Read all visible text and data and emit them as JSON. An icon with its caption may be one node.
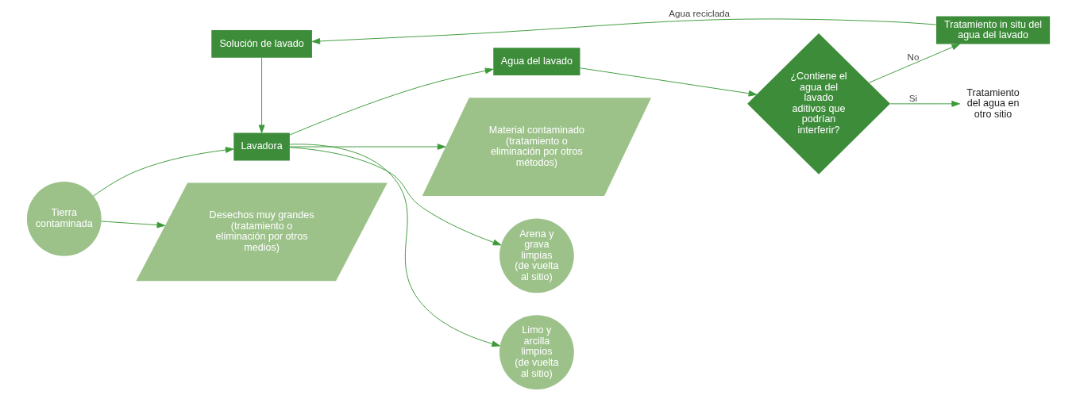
{
  "diagram": {
    "nodes": [
      {
        "text": [
          "Solución de lavado"
        ]
      },
      {
        "text": [
          "Tratamiento in situ del agua del lavado"
        ]
      },
      {
        "text": [
          "Tierra contaminada"
        ]
      },
      {
        "text": [
          "Lavadora"
        ]
      },
      {
        "text": [
          "Agua del lavado"
        ]
      },
      {
        "text": [
          "¿Contiene el agua del lavado aditivos que podrían interferir?"
        ]
      },
      {
        "text": [
          "Tratamiento del agua en otro sitio"
        ]
      },
      {
        "text": [
          "Material contaminado (tratamiento o eliminación por otros métodos)"
        ]
      },
      {
        "text": [
          "Desechos muy grandes (tratamiento o eliminación por otros medios)"
        ]
      },
      {
        "text": [
          "Arena y grava limpias (de vuelta al sitio)"
        ]
      },
      {
        "text": [
          "Limo y arcilla limpios (de vuelta al sitio)"
        ]
      }
    ],
    "edges": [
      {
        "from": 1,
        "to": 0,
        "arrow": "to",
        "label": "Agua reciclada"
      },
      {
        "from": 5,
        "to": 1,
        "arrow": "to",
        "label": "No"
      },
      {
        "from": 0,
        "to": 3,
        "arrow": "to"
      },
      {
        "from": 2,
        "to": 3,
        "arrow": "to"
      },
      {
        "from": 3,
        "to": 4,
        "arrow": "to"
      },
      {
        "from": 4,
        "to": 5,
        "arrow": "to"
      },
      {
        "from": 5,
        "to": 6,
        "arrow": "to",
        "label": "Si"
      },
      {
        "from": 2,
        "to": 8,
        "arrow": "to"
      },
      {
        "from": 3,
        "to": 9,
        "arrow": "to"
      },
      {
        "from": 3,
        "to": 10,
        "arrow": "to"
      },
      {
        "from": 3,
        "to": 7,
        "arrow": "to"
      }
    ]
  }
}
